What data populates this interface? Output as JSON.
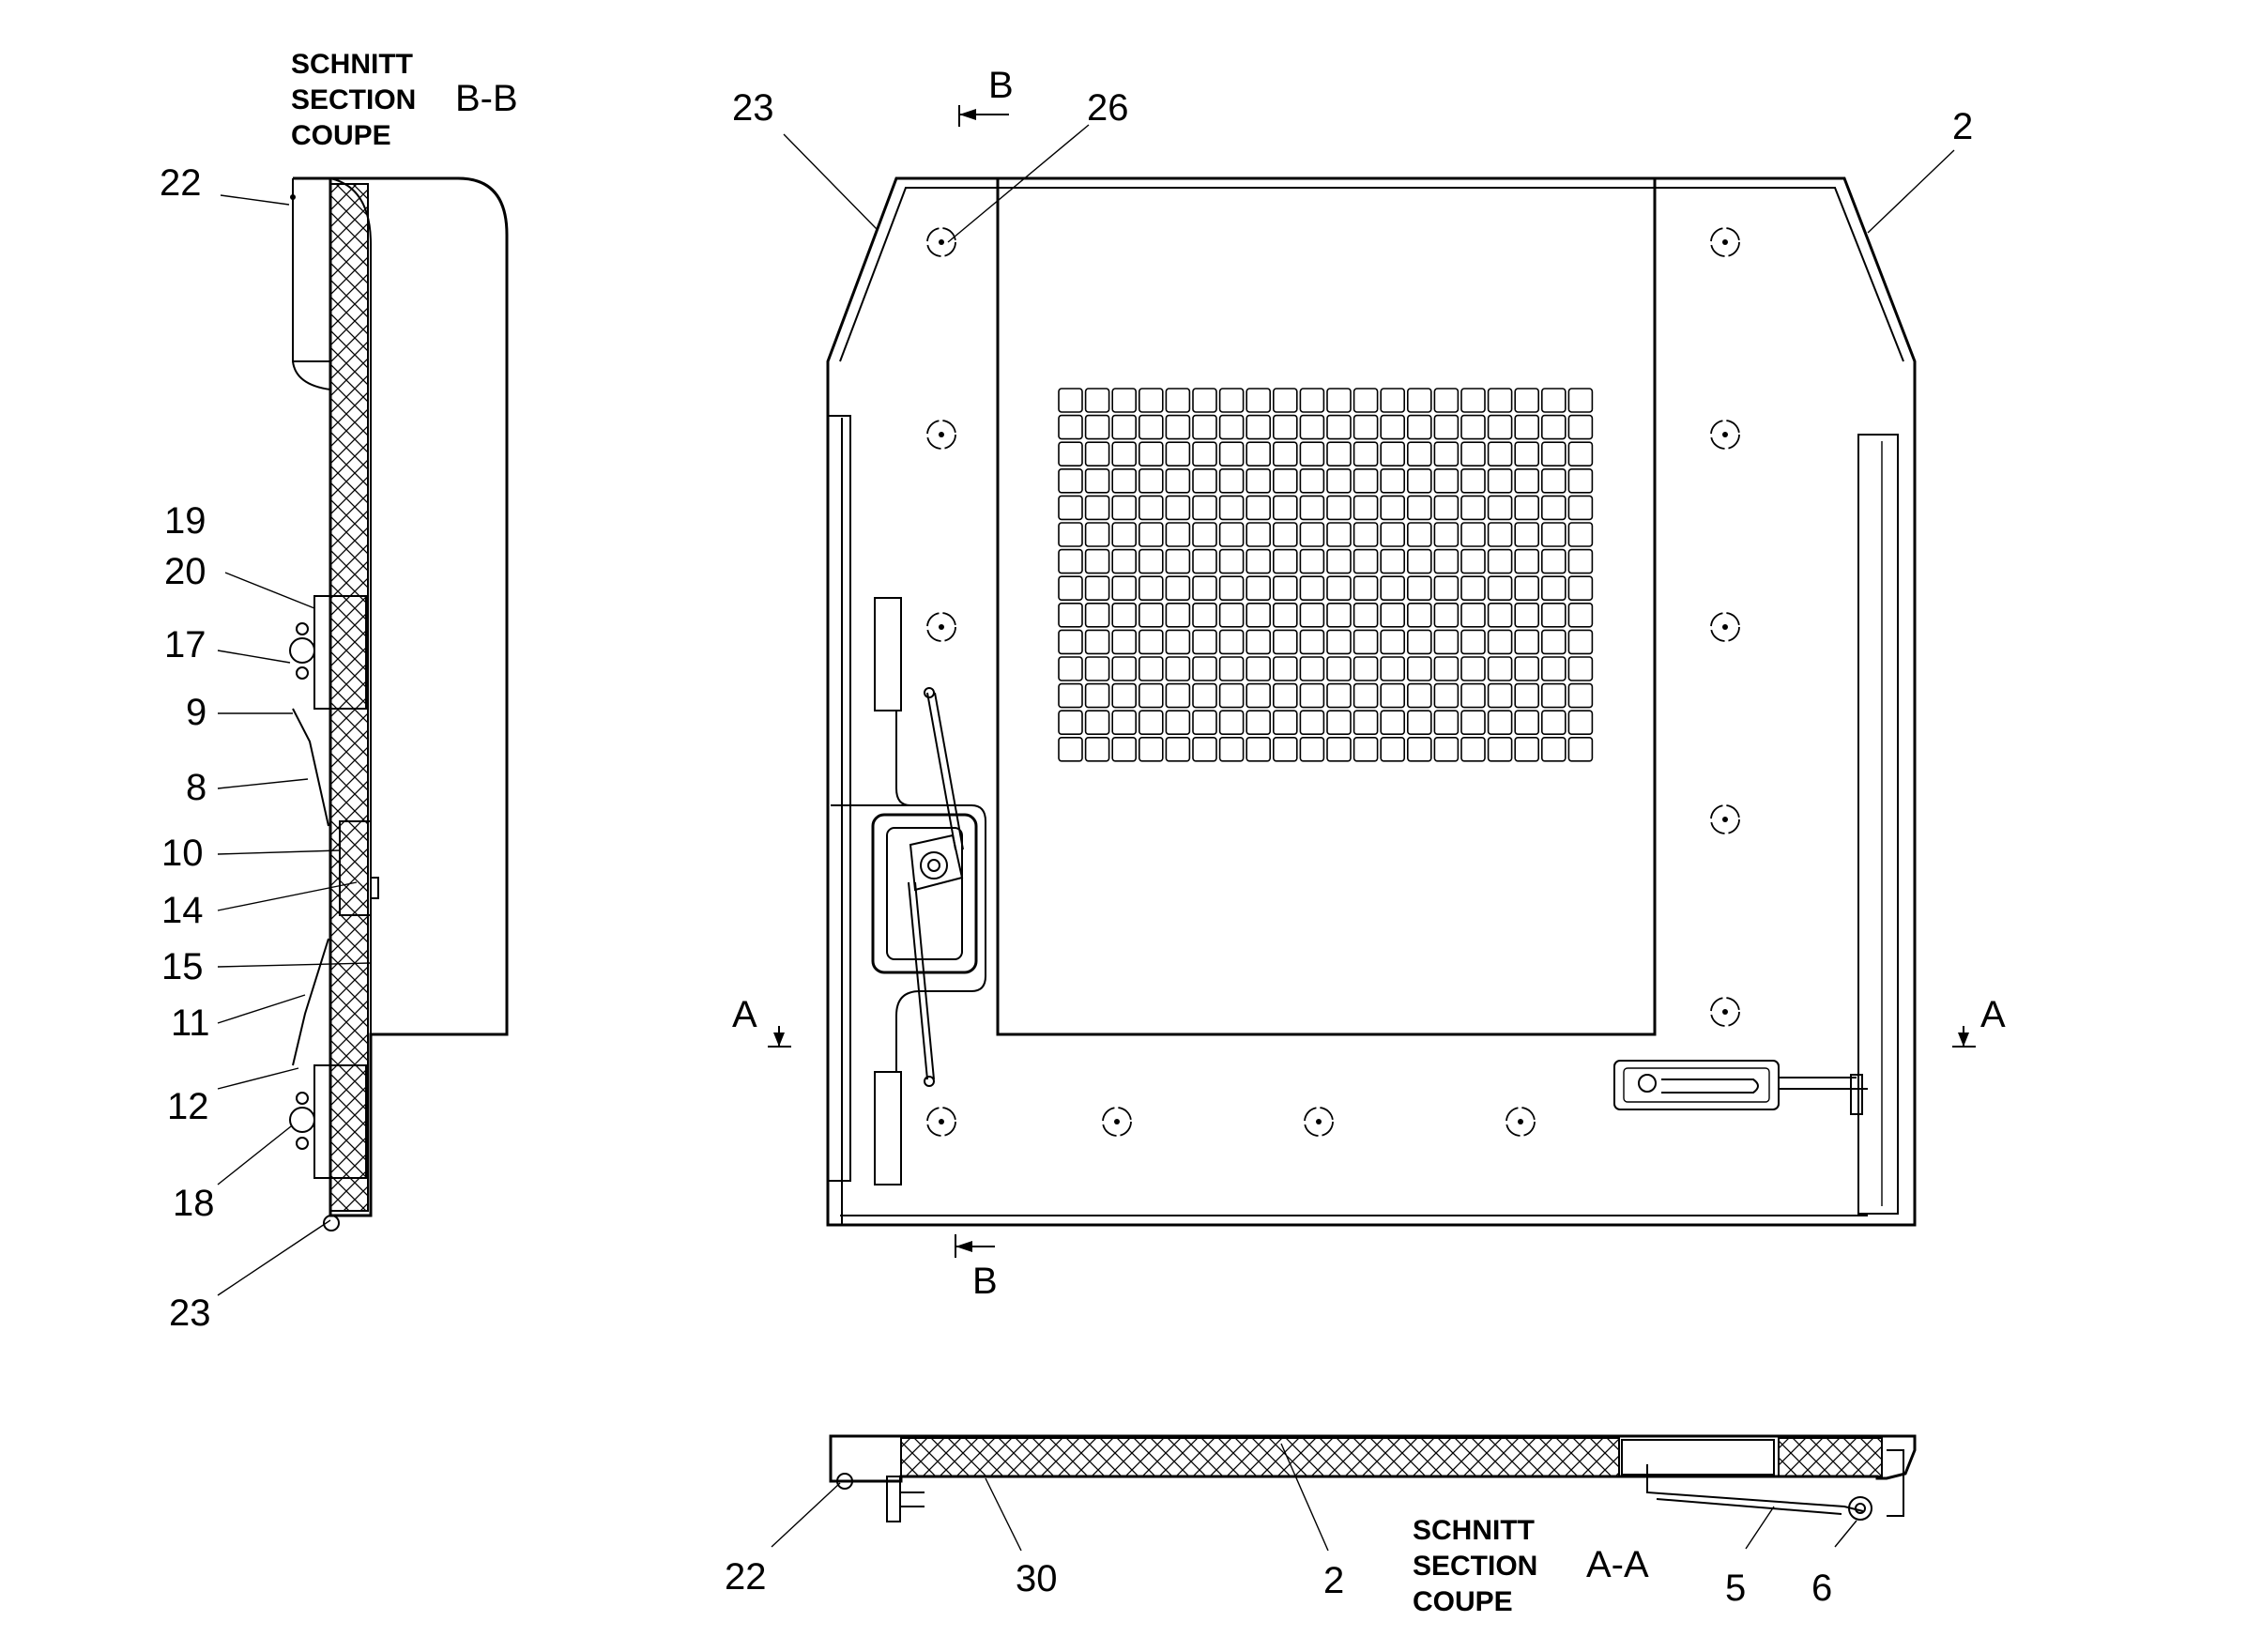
{
  "section_bb": {
    "words": [
      "SCHNITT",
      "SECTION",
      "COUPE"
    ],
    "id": "B-B"
  },
  "section_aa": {
    "words": [
      "SCHNITT",
      "SECTION",
      "COUPE"
    ],
    "id": "A-A"
  },
  "cut_markers": {
    "b_top": "B",
    "b_bottom": "B",
    "a_left": "A",
    "a_right": "A"
  },
  "callouts": {
    "bb_22": "22",
    "bb_19": "19",
    "bb_20": "20",
    "bb_17": "17",
    "bb_9": "9",
    "bb_8": "8",
    "bb_10": "10",
    "bb_14": "14",
    "bb_15": "15",
    "bb_11": "11",
    "bb_12": "12",
    "bb_18": "18",
    "bb_23": "23",
    "front_23": "23",
    "front_26": "26",
    "front_2": "2",
    "aa_22": "22",
    "aa_30": "30",
    "aa_2": "2",
    "aa_5": "5",
    "aa_6": "6"
  }
}
